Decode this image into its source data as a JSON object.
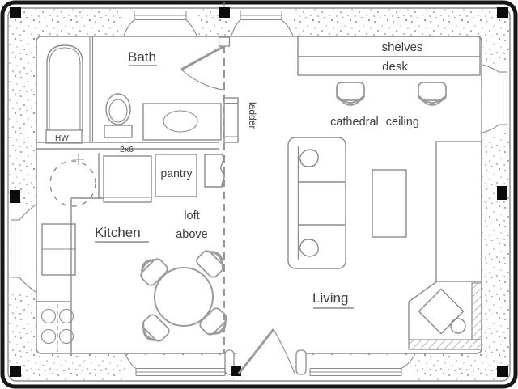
{
  "plan": {
    "room_labels": {
      "bath": "Bath",
      "kitchen": "Kitchen",
      "living": "Living"
    },
    "annotations": {
      "shelves": "shelves",
      "desk": "desk",
      "cathedral_ceiling": "cathedral ceiling",
      "ladder": "ladder",
      "pantry": "pantry",
      "loft_line1": "loft",
      "loft_line2": "above",
      "wall_stud": "2x6",
      "hot_water": "HW"
    },
    "colors": {
      "line": "#8b8b8b",
      "text": "#3f3f3f",
      "frame": "#161616",
      "post": "#0c0c0c",
      "background": "#ffffff"
    }
  }
}
